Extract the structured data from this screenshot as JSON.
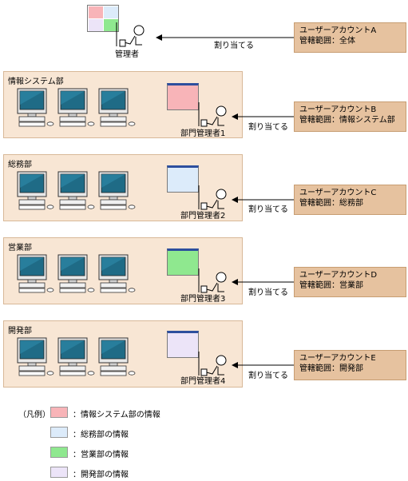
{
  "top": {
    "manager_label": "管理者",
    "assign_label": "割り当てる",
    "account": {
      "line1": "ユーザーアカウントA",
      "line2": "管轄範囲：全体"
    }
  },
  "departments": [
    {
      "name": "情報システム部",
      "manager": "部門管理者1",
      "assign": "割り当てる",
      "account_line1": "ユーザーアカウントB",
      "account_line2": "管轄範囲：情報システム部",
      "color": "#f8b4b8"
    },
    {
      "name": "総務部",
      "manager": "部門管理者2",
      "assign": "割り当てる",
      "account_line1": "ユーザーアカウントC",
      "account_line2": "管轄範囲：総務部",
      "color": "#dcebfa"
    },
    {
      "name": "営業部",
      "manager": "部門管理者3",
      "assign": "割り当てる",
      "account_line1": "ユーザーアカウントD",
      "account_line2": "管轄範囲：営業部",
      "color": "#8fe88f"
    },
    {
      "name": "開発部",
      "manager": "部門管理者4",
      "assign": "割り当てる",
      "account_line1": "ユーザーアカウントE",
      "account_line2": "管轄範囲：開発部",
      "color": "#ece4f8"
    }
  ],
  "legend": {
    "title": "（凡例）",
    "items": [
      {
        "label": "：情報システム部の情報",
        "color": "#f8b4b8"
      },
      {
        "label": "：総務部の情報",
        "color": "#dcebfa"
      },
      {
        "label": "：営業部の情報",
        "color": "#8fe88f"
      },
      {
        "label": "：開発部の情報",
        "color": "#ece4f8"
      }
    ]
  },
  "colors": {
    "panel": "#f8e6d4",
    "account": "#e6c29f",
    "monitor_screen": "#1f6b86"
  }
}
